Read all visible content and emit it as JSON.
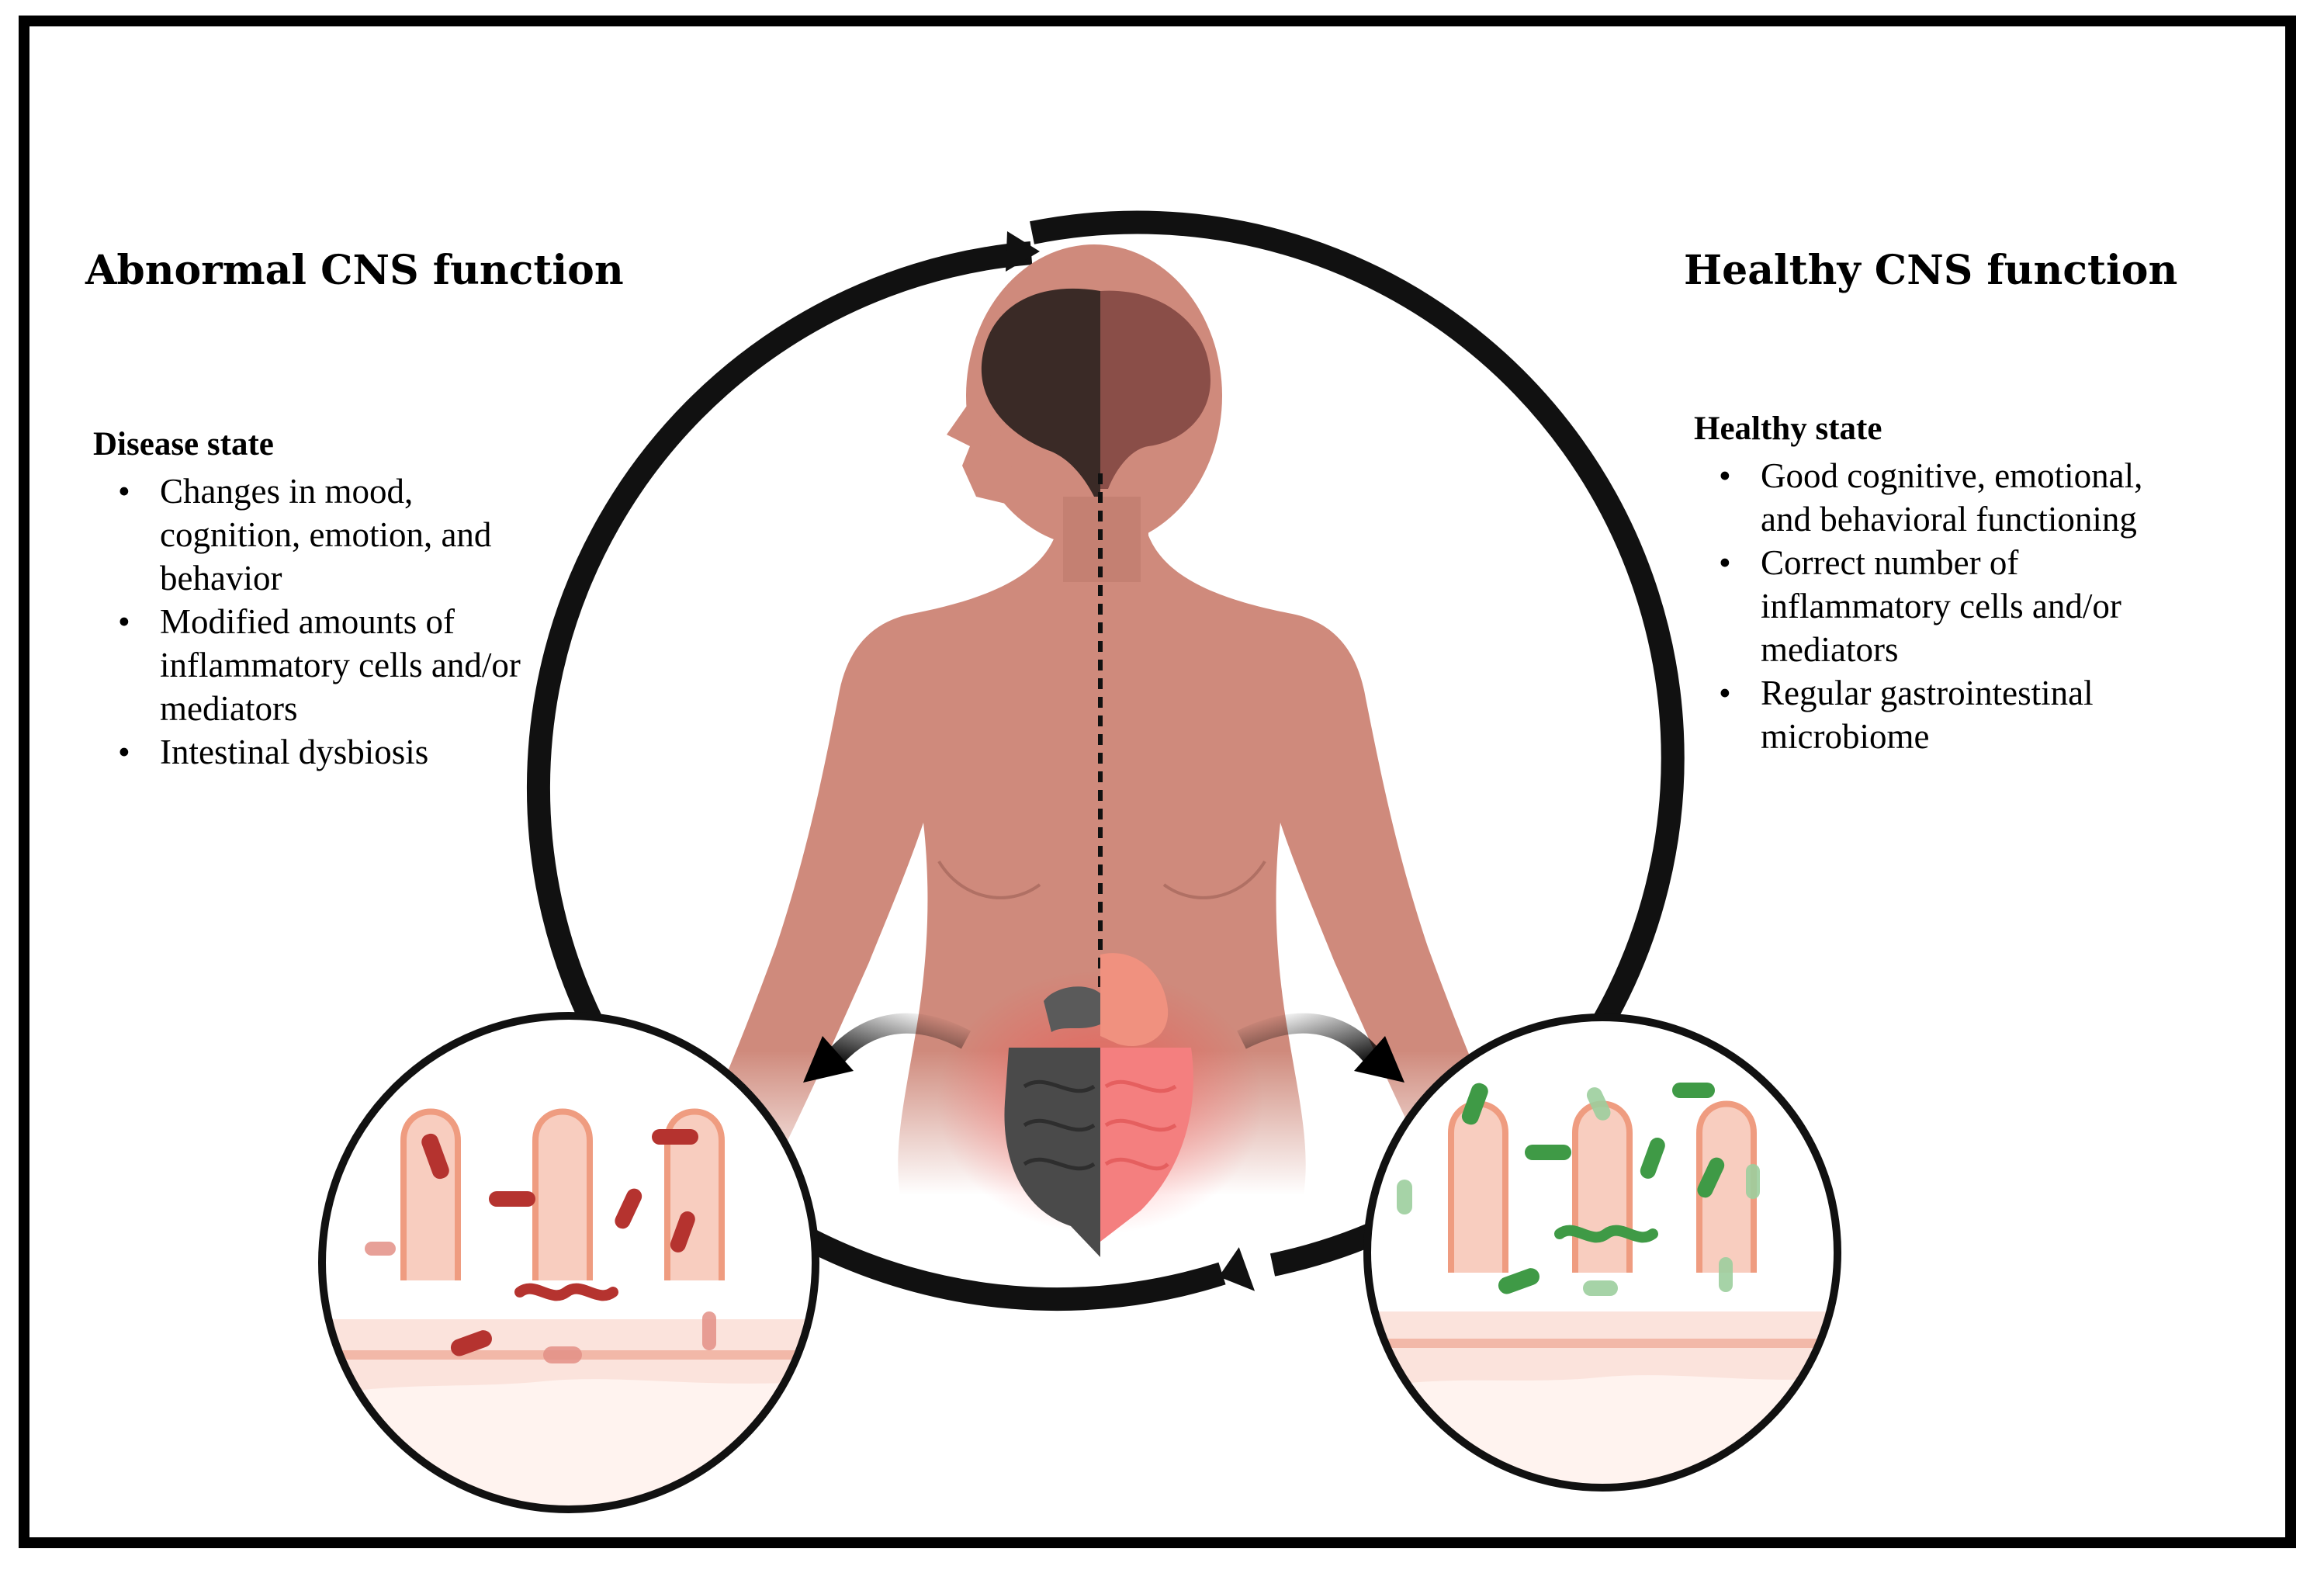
{
  "left": {
    "title": "Abnormal CNS function",
    "heading": "Disease state",
    "items": [
      "Changes in mood, cognition, emotion, and behavior",
      "Modified amounts of inflammatory cells and/or mediators",
      "Intestinal dysbiosis"
    ]
  },
  "right": {
    "title": "Healthy CNS function",
    "heading": "Healthy state",
    "items": [
      "Good cognitive, emotional, and behavioral functioning",
      "Correct number of inflammatory cells and/or mediators",
      "Regular gastrointestinal microbiome"
    ]
  },
  "colors": {
    "skin": "#cf8a7c",
    "brain_disease": "#3a2a26",
    "gut_disease": "#4a4a4a",
    "gut_healthy": "#f47f7f",
    "bacteria_disease": "#b5332f",
    "bacteria_healthy": "#3f9a46"
  }
}
